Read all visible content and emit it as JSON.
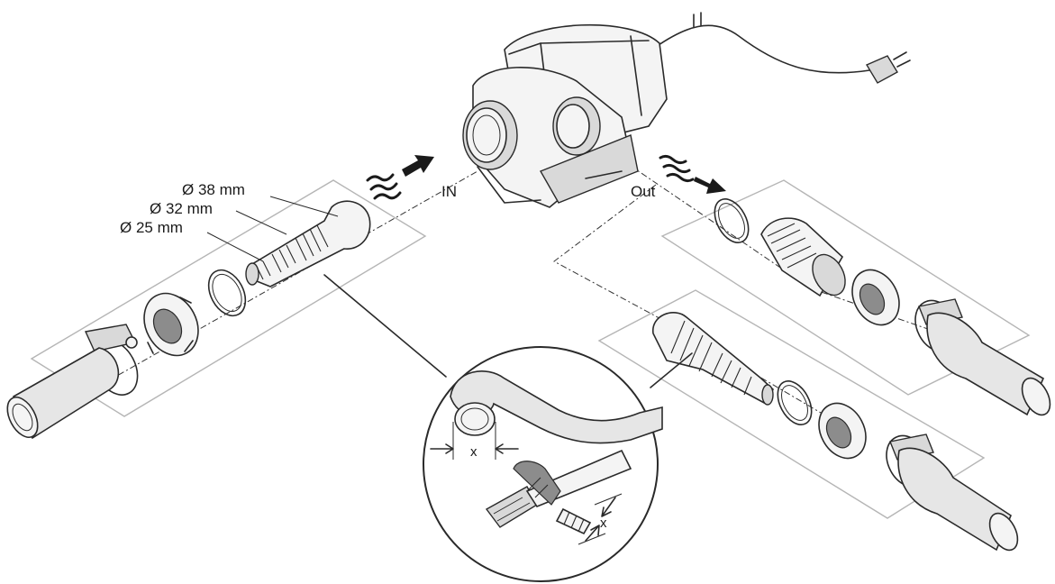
{
  "labels": {
    "dia_38": "Ø 38 mm",
    "dia_32": "Ø 32 mm",
    "dia_25": "Ø 25 mm",
    "inlet": "IN",
    "outlet": "Out",
    "measure_hose": "x",
    "measure_adapter": "x"
  },
  "colors": {
    "line": "#2a2a2a",
    "panel": "#b5b5b5",
    "hose": "#e6e6e6",
    "background": "#ffffff"
  }
}
